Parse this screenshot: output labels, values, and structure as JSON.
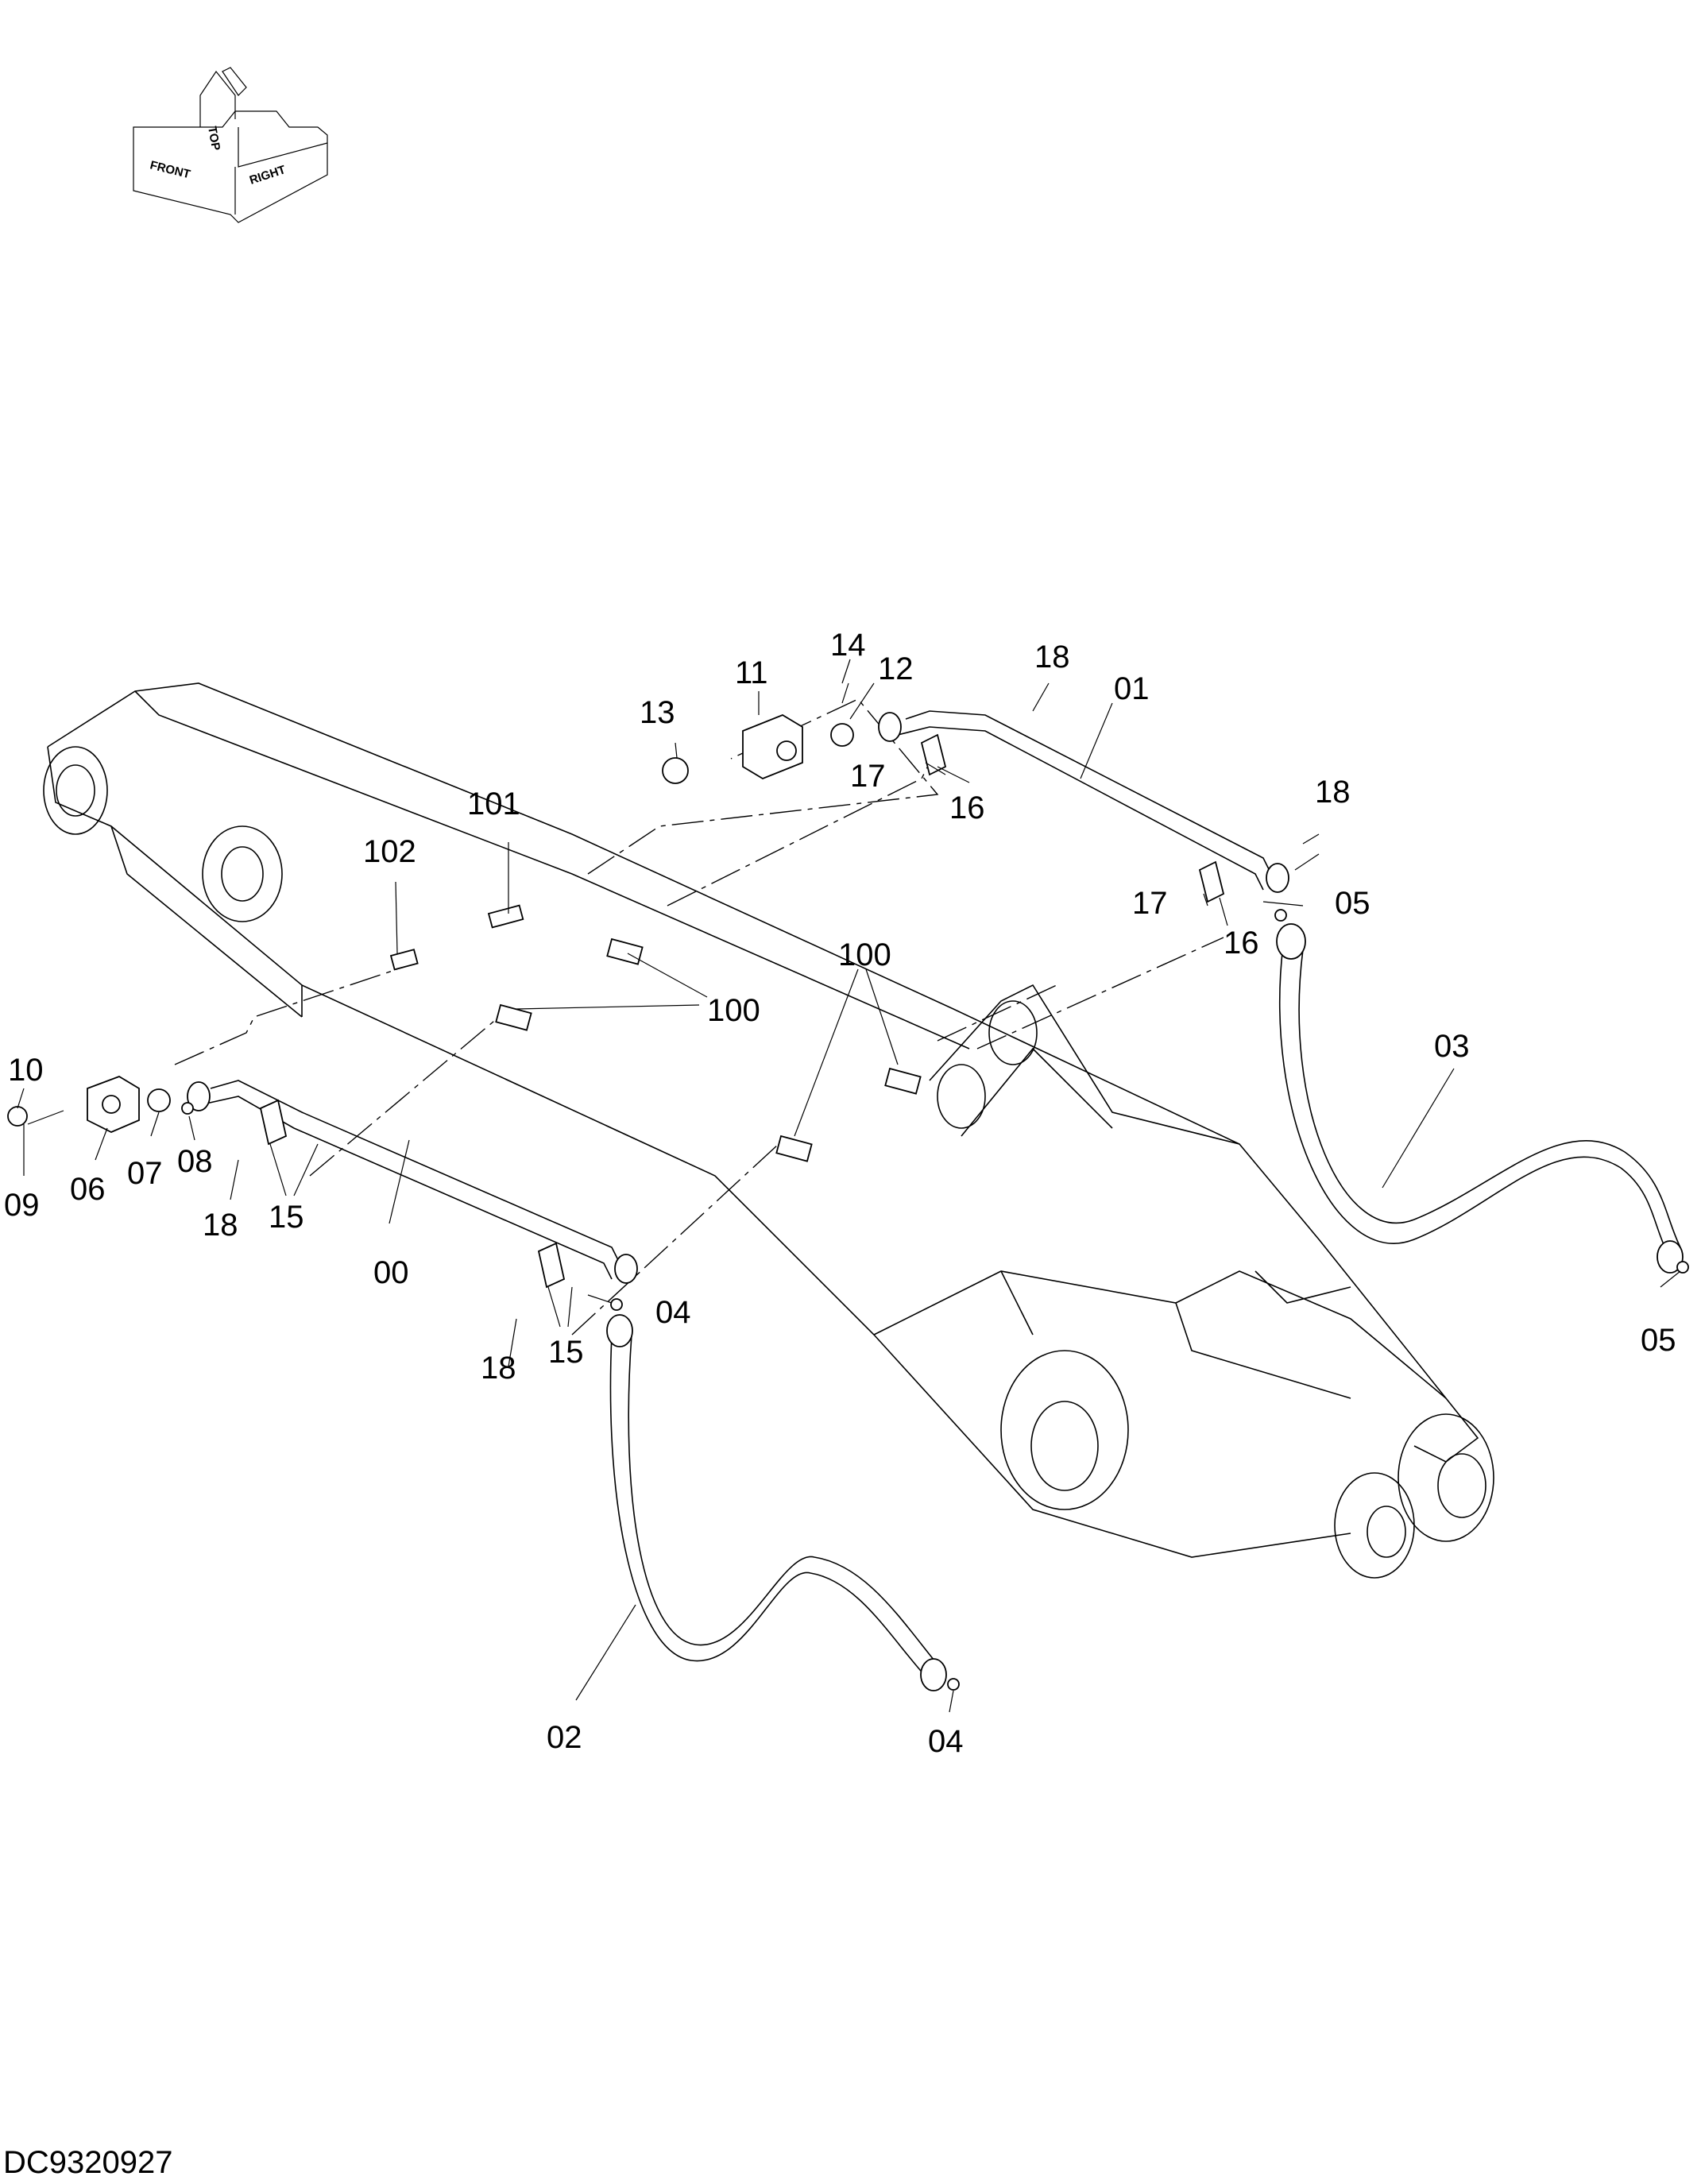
{
  "orientation": {
    "front": "FRONT",
    "right": "RIGHT",
    "top": "TOP"
  },
  "callouts": {
    "00": "00",
    "01": "01",
    "02": "02",
    "03": "03",
    "04a": "04",
    "04b": "04",
    "05a": "05",
    "05b": "05",
    "06": "06",
    "07": "07",
    "08": "08",
    "09": "09",
    "10": "10",
    "11": "11",
    "12": "12",
    "13": "13",
    "14": "14",
    "15a": "15",
    "15b": "15",
    "16a": "16",
    "16b": "16",
    "17a": "17",
    "17b": "17",
    "18a": "18",
    "18b": "18",
    "18c": "18",
    "18d": "18",
    "100a": "100",
    "100b": "100",
    "101": "101",
    "102": "102"
  },
  "footer": {
    "code": "DC9320927"
  }
}
